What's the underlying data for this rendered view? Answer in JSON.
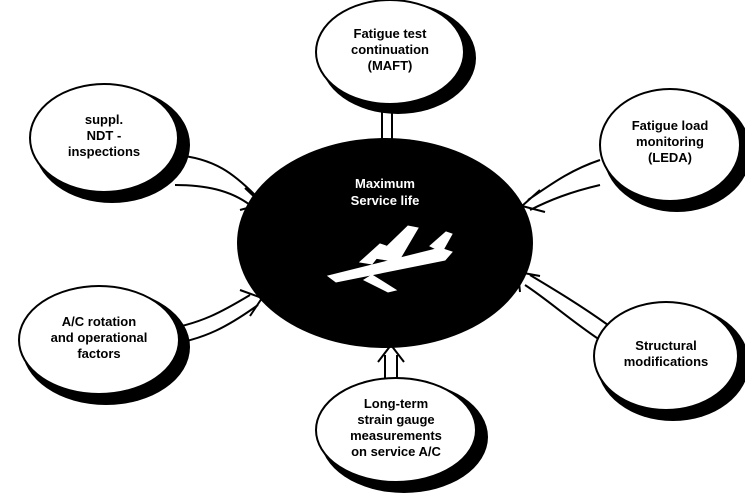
{
  "center": {
    "lines": [
      "Maximum",
      "Service life"
    ]
  },
  "nodes": [
    {
      "id": "top",
      "lines": [
        "Fatigue test",
        "continuation",
        "(MAFT)"
      ]
    },
    {
      "id": "upper-left",
      "lines": [
        "suppl.",
        "NDT -",
        "inspections"
      ]
    },
    {
      "id": "upper-right",
      "lines": [
        "Fatigue load",
        "monitoring",
        "(LEDA)"
      ]
    },
    {
      "id": "lower-left",
      "lines": [
        "A/C rotation",
        "and operational",
        "factors"
      ]
    },
    {
      "id": "lower-right",
      "lines": [
        "Structural",
        "modifications"
      ]
    },
    {
      "id": "bottom",
      "lines": [
        "Long-term",
        "strain gauge",
        "measurements",
        "on service A/C"
      ]
    }
  ],
  "colors": {
    "ink": "#000000",
    "paper": "#ffffff"
  }
}
